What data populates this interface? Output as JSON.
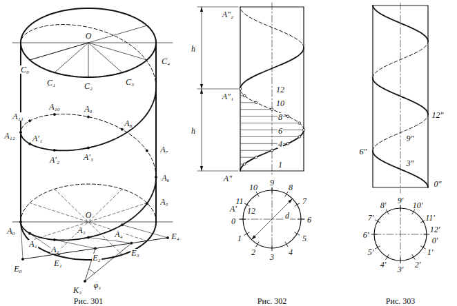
{
  "diagram": {
    "labels": [
      "O",
      "C₀",
      "C₁",
      "C₂",
      "C₃",
      "C₄",
      "A₁₀",
      "A₉",
      "A₈",
      "A₇",
      "A′₃",
      "A₆",
      "A₁₁",
      "A₁₂",
      "A′₁",
      "A′₂",
      "A₅",
      "O",
      "A₄",
      "A₃",
      "E₄",
      "A₀",
      "E₀",
      "A₁",
      "A₂",
      "E₁",
      "E₂",
      "E₃",
      "K₃",
      "φ₁",
      "Рис. 301",
      "A″₂",
      "h",
      "A″₁",
      "h",
      "A″",
      "12",
      "10",
      "8",
      "6",
      "4",
      "1",
      "10",
      "9",
      "8",
      "11",
      "7",
      "A′",
      "12",
      "6",
      "0",
      "d",
      "1",
      "2",
      "3",
      "4",
      "5",
      "Рис. 302",
      "12″",
      "9″",
      "6″",
      "3″",
      "0″",
      "8′",
      "9′",
      "10′",
      "7′",
      "11′",
      "6′",
      "12′",
      "0′",
      "5′",
      "1′",
      "4′",
      "3′",
      "2′",
      "Рис. 303"
    ]
  }
}
